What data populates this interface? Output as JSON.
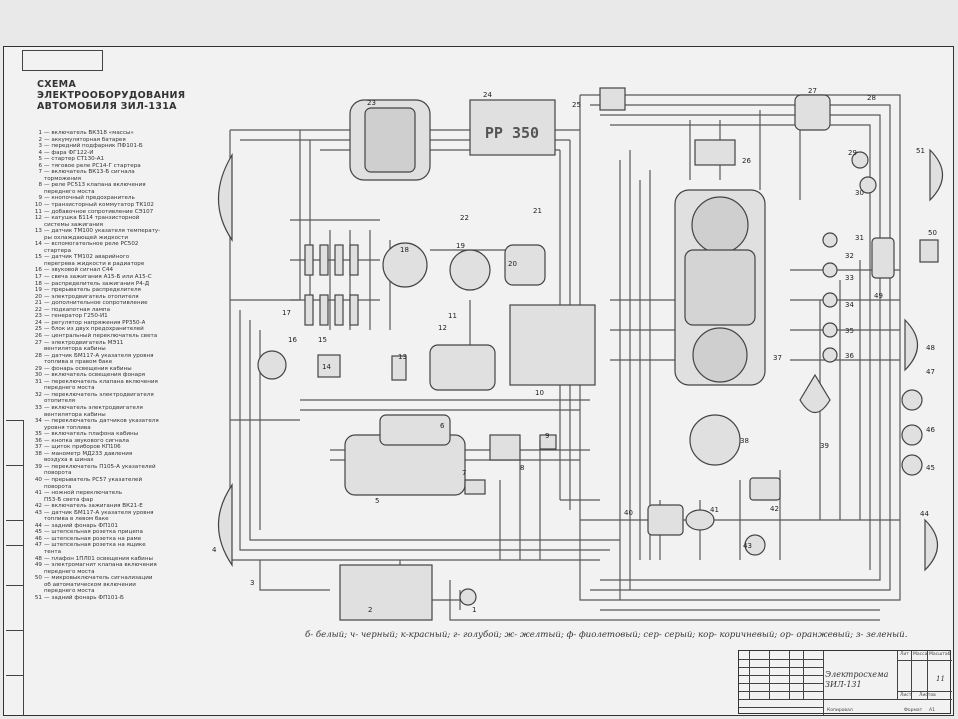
{
  "title": {
    "line1": "СХЕМА",
    "line2": "ЭЛЕКТРООБОРУДОВАНИЯ",
    "line3": "АВТОМОБИЛЯ ЗИЛ-131А"
  },
  "legend": [
    {
      "num": "1",
      "text": "— включатель ВК318 «массы»"
    },
    {
      "num": "2",
      "text": "— аккумуляторная батарея"
    },
    {
      "num": "3",
      "text": "— передний подфарник ПФ101-Б"
    },
    {
      "num": "4",
      "text": "— фара ФГ122-И"
    },
    {
      "num": "5",
      "text": "— стартер СТ130-А1"
    },
    {
      "num": "6",
      "text": "— тяговое реле РС14-Г стартера"
    },
    {
      "num": "7",
      "text": "— включатель ВК13-Б сигнала"
    },
    {
      "num": "",
      "text": "торможения"
    },
    {
      "num": "8",
      "text": "— реле РС513 клапана включения"
    },
    {
      "num": "",
      "text": "переднего моста"
    },
    {
      "num": "9",
      "text": "— кнопочный предохранитель"
    },
    {
      "num": "10",
      "text": "— транзисторный коммутатор ТК102"
    },
    {
      "num": "11",
      "text": "— добавочное сопротивление СЭ107"
    },
    {
      "num": "12",
      "text": "— катушка Б114 транзисторной"
    },
    {
      "num": "",
      "text": "системы зажигания"
    },
    {
      "num": "13",
      "text": "— датчик ТМ100 указателя температу-"
    },
    {
      "num": "",
      "text": "ры охлаждающей жидкости"
    },
    {
      "num": "14",
      "text": "— вспомогательное реле РС502"
    },
    {
      "num": "",
      "text": "стартера"
    },
    {
      "num": "15",
      "text": "— датчик ТМ102 аварийного"
    },
    {
      "num": "",
      "text": "перегрева жидкости в радиаторе"
    },
    {
      "num": "16",
      "text": "— звуковой сигнал С44"
    },
    {
      "num": "17",
      "text": "— свеча зажигания А15-Б или А15-С"
    },
    {
      "num": "18",
      "text": "— распределитель зажигания Р4-Д"
    },
    {
      "num": "19",
      "text": "— прерыватель распределителя"
    },
    {
      "num": "20",
      "text": "— электродвигатель отопителя"
    },
    {
      "num": "21",
      "text": "— дополнительное сопротивление"
    },
    {
      "num": "22",
      "text": "— подкапотная лампа"
    },
    {
      "num": "23",
      "text": "— генератор Г250-И1"
    },
    {
      "num": "24",
      "text": "— регулятор напряжения РР350-А"
    },
    {
      "num": "25",
      "text": "— блок из двух предохранителей"
    },
    {
      "num": "26",
      "text": "— центральный переключатель света"
    },
    {
      "num": "27",
      "text": "— электродвигатель МЭ11"
    },
    {
      "num": "",
      "text": "вентилятора кабины"
    },
    {
      "num": "28",
      "text": "— датчик БМ117-А указателя уровня"
    },
    {
      "num": "",
      "text": "топлива в правом баке"
    },
    {
      "num": "29",
      "text": "— фонарь освещения кабины"
    },
    {
      "num": "30",
      "text": "— включатель освещения фонаря"
    },
    {
      "num": "31",
      "text": "— переключатель клапана включения"
    },
    {
      "num": "",
      "text": "переднего моста"
    },
    {
      "num": "32",
      "text": "— переключатель электродвигателя"
    },
    {
      "num": "",
      "text": "отопителя"
    },
    {
      "num": "33",
      "text": "— включатель электродвигателя"
    },
    {
      "num": "",
      "text": "вентилятора кабины"
    },
    {
      "num": "34",
      "text": "— переключатель датчиков указателя"
    },
    {
      "num": "",
      "text": "уровня топлива"
    },
    {
      "num": "35",
      "text": "— включатель плафона кабины"
    },
    {
      "num": "36",
      "text": "— кнопка звукового сигнала"
    },
    {
      "num": "37",
      "text": "— щиток приборов КП106"
    },
    {
      "num": "38",
      "text": "— манометр МД233 давления"
    },
    {
      "num": "",
      "text": "воздуха в шинах"
    },
    {
      "num": "39",
      "text": "— переключатель П105-А указателей"
    },
    {
      "num": "",
      "text": "поворота"
    },
    {
      "num": "40",
      "text": "— прерыватель РС57 указателей"
    },
    {
      "num": "",
      "text": "поворота"
    },
    {
      "num": "41",
      "text": "— ножной переключатель"
    },
    {
      "num": "",
      "text": "П53-Б света фар"
    },
    {
      "num": "42",
      "text": "— включатель зажигания ВК21-Е"
    },
    {
      "num": "43",
      "text": "— датчик БМ117-А указателя уровня"
    },
    {
      "num": "",
      "text": "топлива в левом баке"
    },
    {
      "num": "44",
      "text": "— задний фонарь ФП101"
    },
    {
      "num": "45",
      "text": "— штепсельная розетка прицепа"
    },
    {
      "num": "46",
      "text": "— штепсельная розетка на раме"
    },
    {
      "num": "47",
      "text": "— штепсельная розетка на ящике"
    },
    {
      "num": "",
      "text": "тента"
    },
    {
      "num": "48",
      "text": "— плафон 1ПЛ01 освещения кабины"
    },
    {
      "num": "49",
      "text": "— электромагнит клапана включения"
    },
    {
      "num": "",
      "text": "переднего моста"
    },
    {
      "num": "50",
      "text": "— микровыключатель сигнализации"
    },
    {
      "num": "",
      "text": "об автоматическом включении"
    },
    {
      "num": "",
      "text": "переднего моста"
    },
    {
      "num": "51",
      "text": "— задний фонарь ФП101-Б"
    }
  ],
  "color_key": "б- белый; ч- черный; к-красный; г- голубой; ж- желтый; ф- фиолетовый; сер- серый; кор- коричневый; ор- оранжевый; з- зеленый.",
  "components": {
    "n23": "23",
    "n24": "24",
    "n25": "25",
    "n26": "26",
    "n27": "27",
    "n28": "28",
    "n29": "29",
    "n51": "51",
    "n30": "30",
    "n31": "31",
    "n50": "50",
    "n49": "49",
    "n48": "48",
    "n47": "47",
    "n46": "46",
    "n45": "45",
    "n44": "44",
    "n43": "43",
    "n42": "42",
    "n41": "41",
    "n40": "40",
    "n39": "39",
    "n38": "38",
    "n37": "37",
    "n36": "36",
    "n35": "35",
    "n34": "34",
    "n33": "33",
    "n32": "32",
    "n22": "22",
    "n21": "21",
    "n20": "20",
    "n19": "19",
    "n18": "18",
    "n17": "17",
    "n16": "16",
    "n15": "15",
    "n14": "14",
    "n13": "13",
    "n12": "12",
    "n11": "11",
    "n10": "10",
    "n9": "9",
    "n8": "8",
    "n7": "7",
    "n6": "6",
    "n5": "5",
    "n4": "4",
    "n3": "3",
    "n2": "2",
    "n1": "1"
  },
  "regulator_text": "РР 350",
  "stamp": {
    "title_line1": "Электросхема",
    "title_line2": "ЗИЛ-131",
    "sheet": "11",
    "cell_lit": "Лит",
    "cell_mass": "Масса",
    "cell_scale": "Масштаб",
    "cell_sheet": "Лист",
    "cell_sheets": "Листов",
    "cell_format": "Формат",
    "format_val": "A1",
    "cell_copied": "Копировал"
  }
}
